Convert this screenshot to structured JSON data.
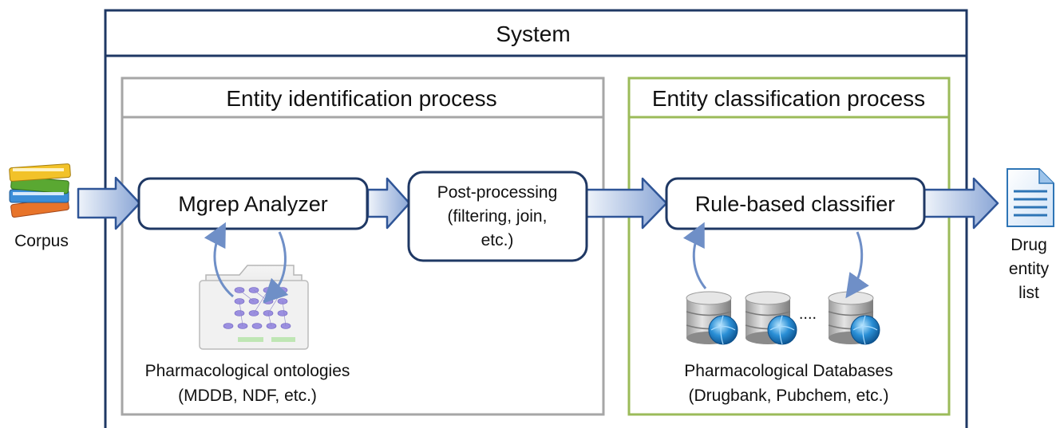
{
  "system": {
    "title": "System"
  },
  "identification": {
    "title": "Entity identification process",
    "mgrep_label": "Mgrep Analyzer",
    "postprocessing": [
      "Post-processing",
      "(filtering, join,",
      "etc.)"
    ],
    "ontologies_caption": [
      "Pharmacological ontologies",
      "(MDDB, NDF, etc.)"
    ]
  },
  "classification": {
    "title": "Entity classification process",
    "classifier_label": "Rule-based classifier",
    "ellipsis": "....",
    "databases_caption": [
      "Pharmacological Databases",
      "(Drugbank, Pubchem, etc.)"
    ]
  },
  "input": {
    "label": "Corpus"
  },
  "output": {
    "label": [
      "Drug",
      "entity",
      "list"
    ]
  },
  "colors": {
    "system_border": "#1f3864",
    "identification_border": "#a6a6a6",
    "classification_border": "#9bbb59",
    "node_border": "#1f3864",
    "arrow_fill_light": "#dce6f2",
    "arrow_fill_dark": "#7f9fcf",
    "arrow_stroke": "#2f5597",
    "loop_arrow": "#6f8fc7"
  }
}
